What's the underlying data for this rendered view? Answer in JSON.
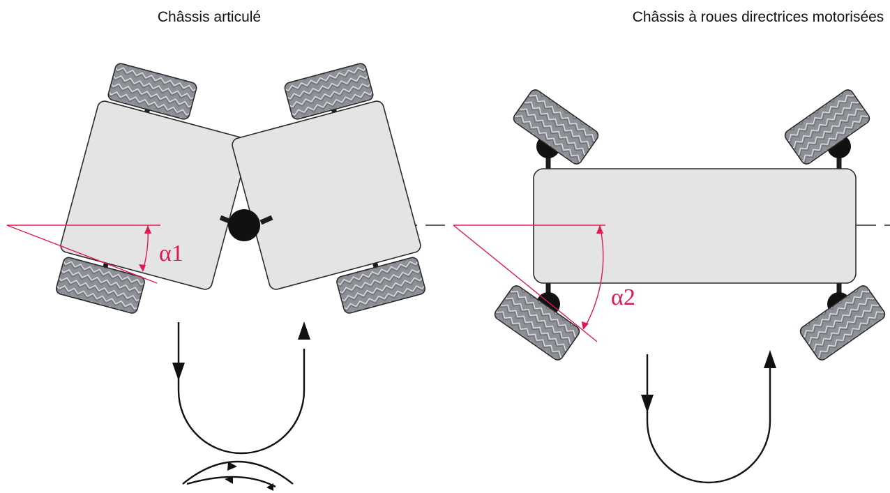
{
  "titles": {
    "left": "Châssis articulé",
    "right": "Châssis à roues directrices motorisées"
  },
  "labels": {
    "alpha1": "α1",
    "alpha2": "α2"
  },
  "colors": {
    "accent": "#e0194e",
    "tire": "#8a8d93",
    "body": "#e4e4e4"
  }
}
